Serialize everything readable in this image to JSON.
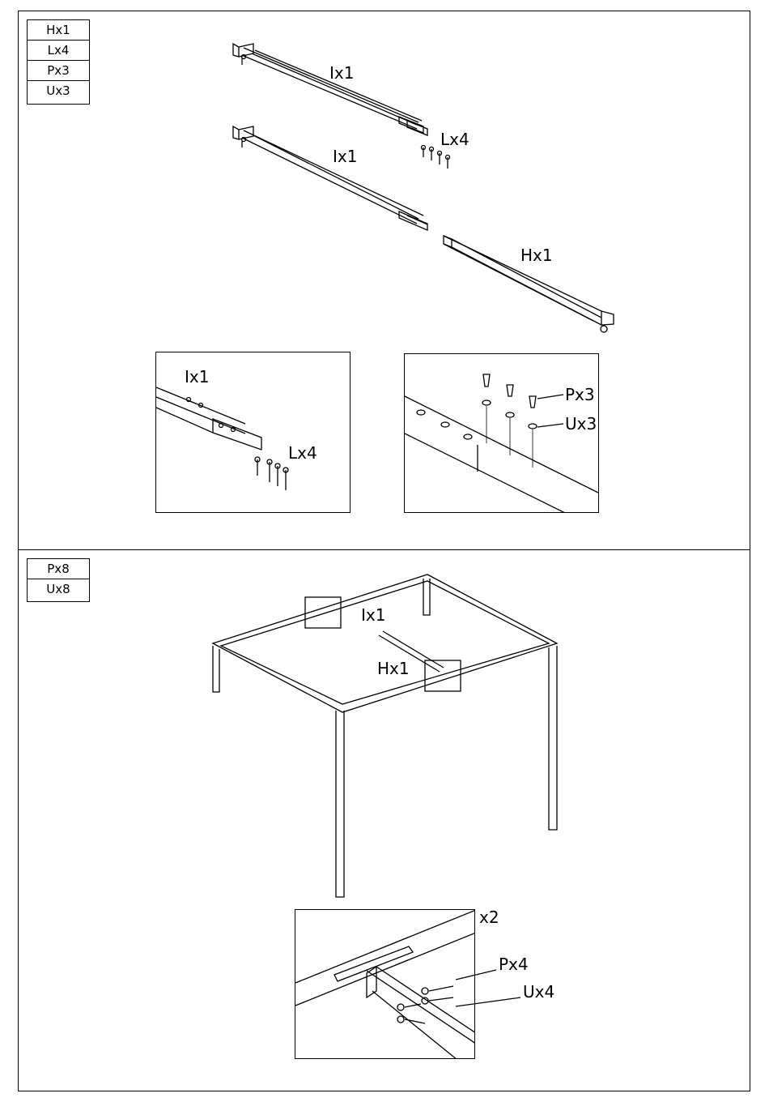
{
  "step1": {
    "parts": [
      "Hx1",
      "Lx4",
      "Px3",
      "Ux3"
    ],
    "labels": {
      "rail_top": "Ix1",
      "bolts": "Lx4",
      "rail_mid": "Ix1",
      "rail_h": "Hx1"
    },
    "detail_left": {
      "rail": "Ix1",
      "bolts": "Lx4"
    },
    "detail_right": {
      "screws": "Px3",
      "washers": "Ux3"
    }
  },
  "step2": {
    "parts": [
      "Px8",
      "Ux8"
    ],
    "labels": {
      "rail_i": "Ix1",
      "rail_h": "Hx1"
    },
    "detail": {
      "multiplier": "x2",
      "screws": "Px4",
      "washers": "Ux4"
    }
  }
}
